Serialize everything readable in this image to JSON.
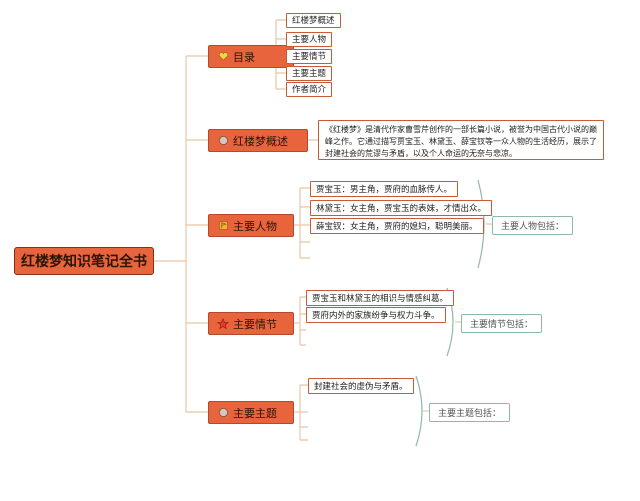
{
  "root": "红楼梦知识笔记全书",
  "branches": {
    "toc": {
      "label": "目录",
      "icon": "heart-icon"
    },
    "overview": {
      "label": "红楼梦概述",
      "icon": "circle-icon"
    },
    "characters": {
      "label": "主要人物",
      "icon": "flag-icon"
    },
    "plot": {
      "label": "主要情节",
      "icon": "star-icon"
    },
    "themes": {
      "label": "主要主题",
      "icon": "circle-icon"
    }
  },
  "toc_items": [
    "红楼梦概述",
    "主要人物",
    "主要情节",
    "主要主题",
    "作者简介"
  ],
  "overview_text": "《红楼梦》是清代作家曹雪芹创作的一部长篇小说，被誉为中国古代小说的巅峰之作。它通过描写贾宝玉、林黛玉、薛宝钗等一众人物的生活经历，展示了封建社会的荒谬与矛盾，以及个人命运的无奈与悲凉。",
  "characters": {
    "items": [
      "贾宝玉：男主角，贾府的血脉传人。",
      "林黛玉：女主角，贾宝玉的表妹，才情出众。",
      "薛宝钗：女主角，贾府的媳妇，聪明美丽。"
    ],
    "summary": "主要人物包括："
  },
  "plot": {
    "items": [
      "贾宝玉和林黛玉的相识与情感纠葛。",
      "贾府内外的家族纷争与权力斗争。"
    ],
    "summary": "主要情节包括："
  },
  "themes": {
    "items": [
      "封建社会的虚伪与矛盾。"
    ],
    "summary": "主要主题包括："
  },
  "colors": {
    "node_fill": "#e8643c",
    "line": "#e9c4a8",
    "bracket": "#8fb8a8"
  }
}
